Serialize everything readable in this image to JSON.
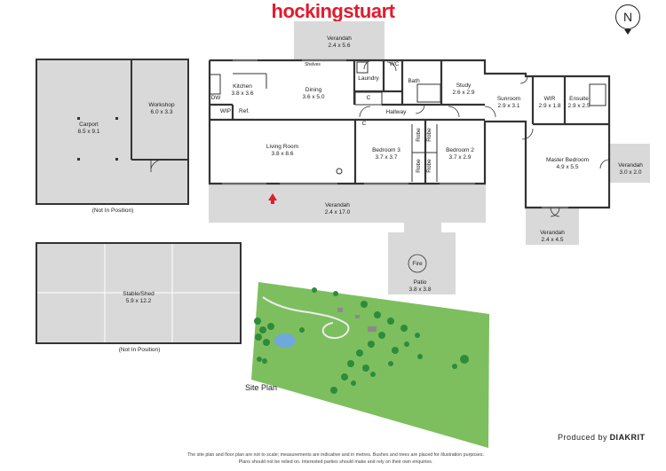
{
  "brand": "hockingstuart",
  "compass": "N",
  "rooms": [
    {
      "id": "verandah-top",
      "name": "Verandah",
      "dims": "2.4 x 5.6"
    },
    {
      "id": "kitchen",
      "name": "Kitchen",
      "dims": "3.8 x 3.6"
    },
    {
      "id": "dining",
      "name": "Dining",
      "dims": "3.6 x 5.0"
    },
    {
      "id": "living",
      "name": "Living Room",
      "dims": "3.8 x 8.6"
    },
    {
      "id": "bedroom3",
      "name": "Bedroom 3",
      "dims": "3.7 x 3.7"
    },
    {
      "id": "bedroom2",
      "name": "Bedroom 2",
      "dims": "3.7 x 2.9"
    },
    {
      "id": "study",
      "name": "Study",
      "dims": "2.6 x 2.9"
    },
    {
      "id": "sunroom",
      "name": "Sunroom",
      "dims": "2.9 x 3.1"
    },
    {
      "id": "wir",
      "name": "WIR",
      "dims": "2.9 x 1.8"
    },
    {
      "id": "ensuite",
      "name": "Ensuite",
      "dims": "2.9 x 2.5"
    },
    {
      "id": "master",
      "name": "Master Bedroom",
      "dims": "4.9 x 5.5"
    },
    {
      "id": "verandah-east",
      "name": "Verandah",
      "dims": "3.0 x 2.0"
    },
    {
      "id": "verandah-master",
      "name": "Verandah",
      "dims": "2.4 x 4.5"
    },
    {
      "id": "verandah-front",
      "name": "Verandah",
      "dims": "2.4 x 17.0"
    },
    {
      "id": "patio",
      "name": "Patio",
      "dims": "3.8 x 3.8"
    },
    {
      "id": "carport",
      "name": "Carport",
      "dims": "8.5 x 9.1"
    },
    {
      "id": "workshop",
      "name": "Workshop",
      "dims": "6.0 x 3.3"
    },
    {
      "id": "stable",
      "name": "Stable/Shed",
      "dims": "5.9 x 12.2"
    }
  ],
  "small_labels": {
    "laundry": "Laundry",
    "wc": "WC",
    "bath": "Bath",
    "hallway": "Hallway",
    "shelves": "Shelves",
    "dw": "DW",
    "wip": "WIP",
    "ref": "Ref.",
    "c1": "C",
    "c2": "C",
    "robe1": "Robe",
    "robe2": "Robe",
    "robe3": "Robe",
    "robe4": "Robe",
    "fire": "Fire",
    "not_in_position_1": "(Not In Position)",
    "not_in_position_2": "(Not In Position)"
  },
  "site_plan_label": "Site Plan",
  "footer": {
    "line1": "The site plan and floor plan are not to scale; measurements are indicative and in metres. Bushes and trees are placed for illustration purposes.",
    "line2": "Plans should not be relied on. Interested parties should make and rely on their own enquiries."
  },
  "producer": {
    "prefix": "Produced by",
    "name": "DIAKRIT"
  },
  "colors": {
    "veranda": "#d9d9d9",
    "wall": "#333333",
    "lawn": "#7dbf5e",
    "entry_arrow": "#e21b2d"
  }
}
